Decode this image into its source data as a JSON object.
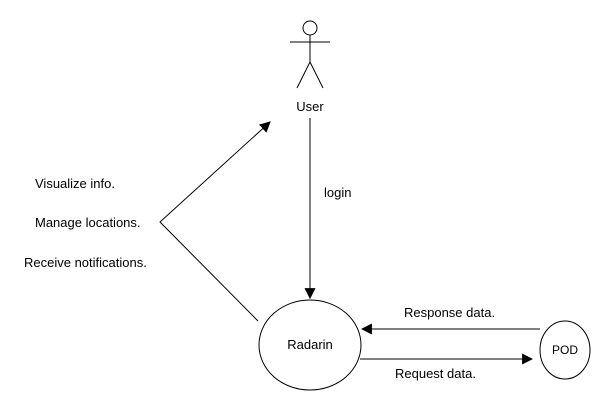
{
  "diagram": {
    "actor": {
      "label": "User",
      "icon": "stick-figure-icon"
    },
    "nodes": {
      "radarin": {
        "label": "Radarin",
        "shape": "ellipse"
      },
      "pod": {
        "label": "POD",
        "shape": "ellipse"
      }
    },
    "edges": {
      "login": {
        "label": "login",
        "from": "User",
        "to": "Radarin"
      },
      "response": {
        "label": "Response data.",
        "from": "POD",
        "to": "Radarin"
      },
      "request": {
        "label": "Request data.",
        "from": "Radarin",
        "to": "POD"
      },
      "to_user": {
        "from": "Radarin",
        "to": "User"
      }
    },
    "features": [
      "Visualize info.",
      "Manage locations.",
      "Receive notifications."
    ]
  },
  "colors": {
    "stroke": "#000000",
    "text": "#000000",
    "background": "#ffffff"
  }
}
